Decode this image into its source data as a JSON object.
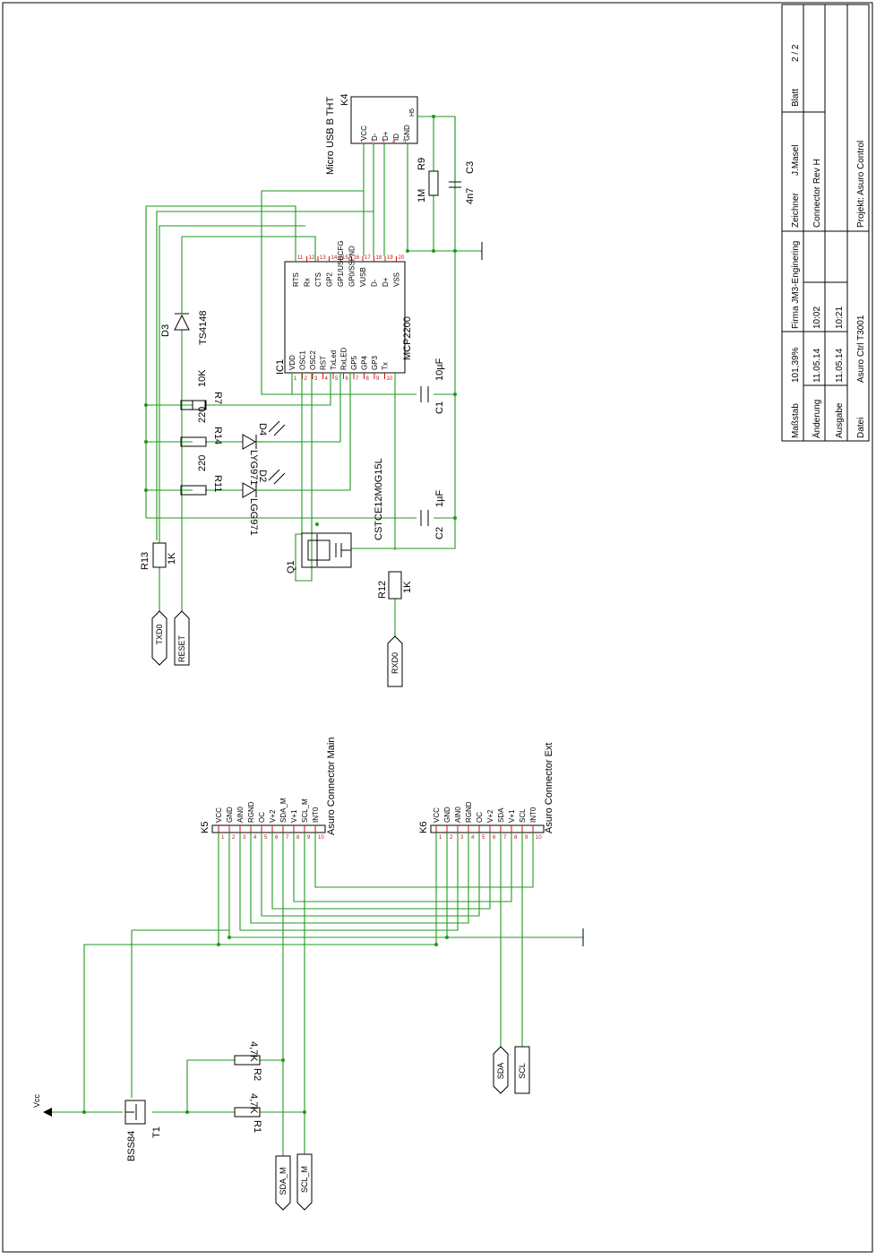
{
  "title_block": {
    "scale_label": "Maßstab",
    "scale_value": "101,39%",
    "company": "Firma JM3-Enginering",
    "drawer_label": "Zeichner",
    "drawer": "J.Masel",
    "sheet_label": "Blatt",
    "sheet": "2 / 2",
    "change_label": "Änderung",
    "change_date": "11.05.14",
    "change_time": "10:02",
    "issue_label": "Ausgabe",
    "issue_date": "11.05.14",
    "issue_time": "10:21",
    "file_label": "Datei",
    "file": "Asuro Ctrl T3001",
    "drawing_title": "Connector  Rev H",
    "project": "Projekt:  Asuro Control"
  },
  "ic1": {
    "ref": "IC1",
    "part": "MCP2200",
    "left_pins": [
      "VDD",
      "OSC1",
      "OSC2",
      "RST",
      "TxLed",
      "RxLED",
      "GP5",
      "GP4",
      "GP3",
      "Tx"
    ],
    "right_pins": [
      "RTS",
      "Rx",
      "CTS",
      "GP2",
      "GP1/USBCFG",
      "GP0/SSPND",
      "VUSB",
      "D-",
      "D+",
      "VSS"
    ],
    "right_pin_numbers": [
      "11",
      "12",
      "13",
      "14",
      "15",
      "16",
      "17",
      "18",
      "19",
      "20"
    ]
  },
  "k4": {
    "ref": "K4",
    "part": "Micro USB B THT",
    "pins": [
      "VCC",
      "D-",
      "D+",
      "ID",
      "GND"
    ],
    "shield": "H5"
  },
  "components": {
    "r9": {
      "ref": "R9",
      "value": "1M"
    },
    "c3": {
      "ref": "C3",
      "value": "4n7"
    },
    "c1": {
      "ref": "C1",
      "value": "10µF"
    },
    "c2": {
      "ref": "C2",
      "value": "1µF"
    },
    "r7": {
      "ref": "R7",
      "value": "10K"
    },
    "r14": {
      "ref": "R14",
      "value": "220"
    },
    "r11": {
      "ref": "R11",
      "value": "220"
    },
    "d4": {
      "ref": "D4",
      "part": "LYG971"
    },
    "d2": {
      "ref": "D2",
      "part": "LGG971"
    },
    "d3": {
      "ref": "D3",
      "part": "TS4148"
    },
    "r13": {
      "ref": "R13",
      "value": "1K"
    },
    "r12": {
      "ref": "R12",
      "value": "1K"
    },
    "q1": {
      "ref": "Q1",
      "part": "CSTCE12M0G15L"
    },
    "r1": {
      "ref": "R1",
      "value": "4,7K"
    },
    "r2": {
      "ref": "R2",
      "value": "4,7K"
    },
    "t1": {
      "ref": "T1",
      "part": "BSS84"
    }
  },
  "k5": {
    "ref": "K5",
    "title": "Asuro Connector Main",
    "pins": [
      "VCC",
      "GND",
      "AIN0",
      "RGND",
      "OC",
      "V+2",
      "SDA_M",
      "V+1",
      "SCL_M",
      "INT0"
    ]
  },
  "k6": {
    "ref": "K6",
    "title": "Asuro Connector Ext",
    "pins": [
      "VCC",
      "GND",
      "AIN0",
      "RGND",
      "OC",
      "V+2",
      "SDA",
      "V+1",
      "SCL",
      "INT0"
    ]
  },
  "ports": [
    "TXD0",
    "RESET",
    "RXD0",
    "SDA_M",
    "SCL_M",
    "SDA",
    "SCL"
  ],
  "vcc_label": "Vcc",
  "colors": {
    "wire": "#1e9a1e",
    "pin": "#cc1111",
    "body": "#000000"
  }
}
